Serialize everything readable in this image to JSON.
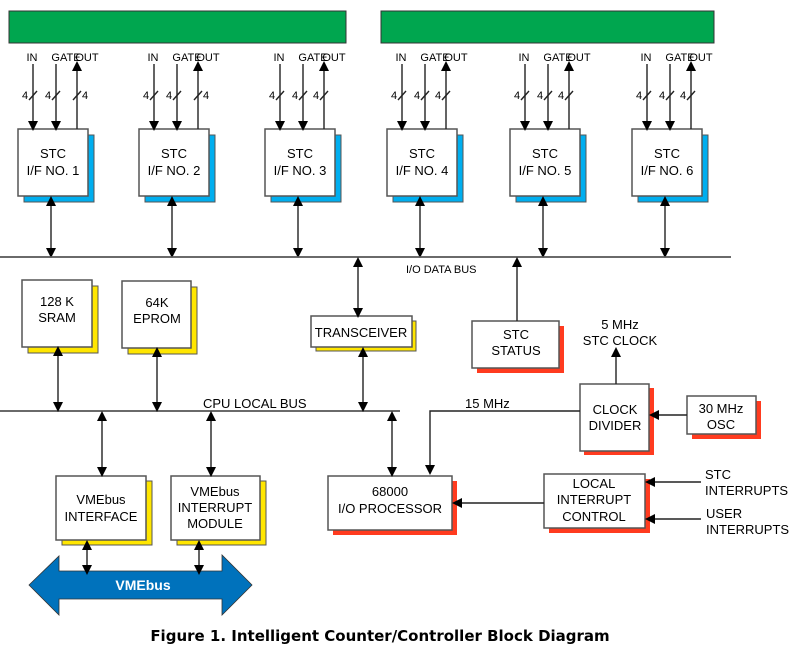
{
  "colors": {
    "connector_bar": "#00a64f",
    "stc_shadow": "#00aeef",
    "memory_shadow": "#ffe600",
    "control_shadow": "#ff3b1f",
    "vmebus_arrow": "#0072bc"
  },
  "connectors": [
    {
      "label": ""
    },
    {
      "label": ""
    }
  ],
  "stc_interfaces": [
    {
      "title": "STC",
      "subtitle": "I/F NO. 1",
      "signals": [
        "IN",
        "GATE",
        "OUT"
      ],
      "widths": [
        "4",
        "4",
        "4"
      ]
    },
    {
      "title": "STC",
      "subtitle": "I/F NO. 2",
      "signals": [
        "IN",
        "GATE",
        "OUT"
      ],
      "widths": [
        "4",
        "4",
        "4"
      ]
    },
    {
      "title": "STC",
      "subtitle": "I/F NO. 3",
      "signals": [
        "IN",
        "GATE",
        "OUT"
      ],
      "widths": [
        "4",
        "4",
        "4"
      ]
    },
    {
      "title": "STC",
      "subtitle": "I/F NO. 4",
      "signals": [
        "IN",
        "GATE",
        "OUT"
      ],
      "widths": [
        "4",
        "4",
        "4"
      ]
    },
    {
      "title": "STC",
      "subtitle": "I/F NO. 5",
      "signals": [
        "IN",
        "GATE",
        "OUT"
      ],
      "widths": [
        "4",
        "4",
        "4"
      ]
    },
    {
      "title": "STC",
      "subtitle": "I/F NO. 6",
      "signals": [
        "IN",
        "GATE",
        "OUT"
      ],
      "widths": [
        "4",
        "4",
        "4"
      ]
    }
  ],
  "buses": {
    "io_data_bus": "I/O DATA BUS",
    "cpu_local_bus": "CPU LOCAL BUS",
    "vmebus": "VMEbus"
  },
  "blocks": {
    "sram": [
      "128 K",
      "SRAM"
    ],
    "eprom": [
      "64K",
      "EPROM"
    ],
    "transceiver": [
      "TRANSCEIVER"
    ],
    "stc_status": [
      "STC",
      "STATUS"
    ],
    "clock_divider": [
      "CLOCK",
      "DIVIDER"
    ],
    "osc": [
      "30 MHz",
      "OSC"
    ],
    "processor": [
      "68000",
      "I/O PROCESSOR"
    ],
    "interrupt_control": [
      "LOCAL",
      "INTERRUPT",
      "CONTROL"
    ],
    "vme_interface": [
      "VMEbus",
      "INTERFACE"
    ],
    "vme_interrupt": [
      "VMEbus",
      "INTERRUPT",
      "MODULE"
    ]
  },
  "signals": {
    "stc_clock": [
      "5 MHz",
      "STC CLOCK"
    ],
    "cpu_clock": "15 MHz",
    "stc_interrupts": [
      "STC",
      "INTERRUPTS"
    ],
    "user_interrupts": [
      "USER",
      "INTERRUPTS"
    ]
  },
  "caption": "Figure 1. Intelligent Counter/Controller Block Diagram"
}
